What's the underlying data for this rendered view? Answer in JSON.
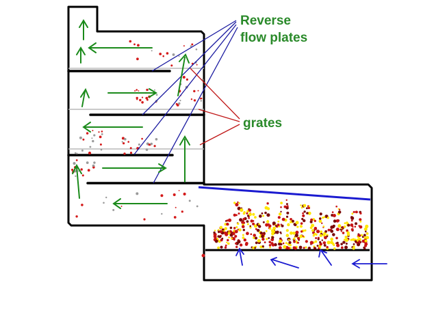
{
  "labels": {
    "reverse_flow_line1": "Reverse",
    "reverse_flow_line2": "flow plates",
    "grates": "grates"
  },
  "colors": {
    "outline": "#000000",
    "flow_arrow": "#1a8a1a",
    "label_text": "#2a8a2a",
    "pointer_plates": "#1a1aa0",
    "pointer_grates": "#c01818",
    "grate_line": "#b8b8b8",
    "air_arrow": "#1a1ad0",
    "fire_yellow": "#ffe600",
    "fire_red": "#c81414",
    "fire_dark": "#7a0a0a",
    "sparks_red": "#d41a1a",
    "sparks_grey": "#9a9a9a"
  }
}
